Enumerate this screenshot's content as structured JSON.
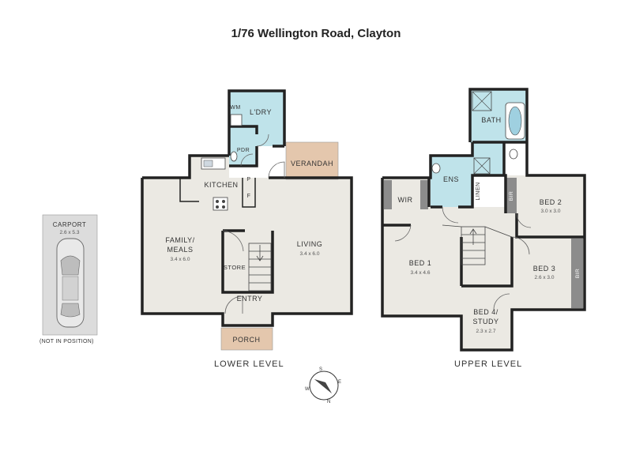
{
  "title": "1/76 Wellington Road, Clayton",
  "lower_level": {
    "label": "LOWER LEVEL",
    "rooms": {
      "laundry": "L'DRY",
      "washing_machine": "WM",
      "powder": "PDR",
      "verandah": "VERANDAH",
      "kitchen": "KITCHEN",
      "pantry": "P",
      "fridge": "F",
      "family": "FAMILY/",
      "family_line2": "MEALS",
      "family_dim": "3.4 x 6.0",
      "living": "LIVING",
      "living_dim": "3.4 x 6.0",
      "store": "STORE",
      "entry": "ENTRY",
      "porch": "PORCH"
    }
  },
  "upper_level": {
    "label": "UPPER LEVEL",
    "rooms": {
      "bath": "BATH",
      "ensuite": "ENS",
      "linen": "LINEN",
      "wir": "WIR",
      "bed1": "BED 1",
      "bed1_dim": "3.4 x 4.6",
      "bed2": "BED 2",
      "bed2_dim": "3.0 x 3.0",
      "bir_bed2": "BIR",
      "bed3": "BED 3",
      "bed3_dim": "2.6 x 3.0",
      "bir_bed3": "BIR",
      "bed4": "BED 4/",
      "bed4_line2": "STUDY",
      "bed4_dim": "2.3 x 2.7"
    }
  },
  "carport": {
    "label": "CARPORT",
    "dim": "2.6 x 5.3",
    "note": "(NOT IN POSITION)"
  },
  "compass": {
    "labels": [
      "S",
      "N",
      "E",
      "W"
    ]
  },
  "colors": {
    "floor": "#ebe9e3",
    "wet_area": "#bfe3ea",
    "verandah": "#e4c7ad",
    "wall": "#222222",
    "carport": "#dcdcdc",
    "robe": "#8c8c8c"
  }
}
